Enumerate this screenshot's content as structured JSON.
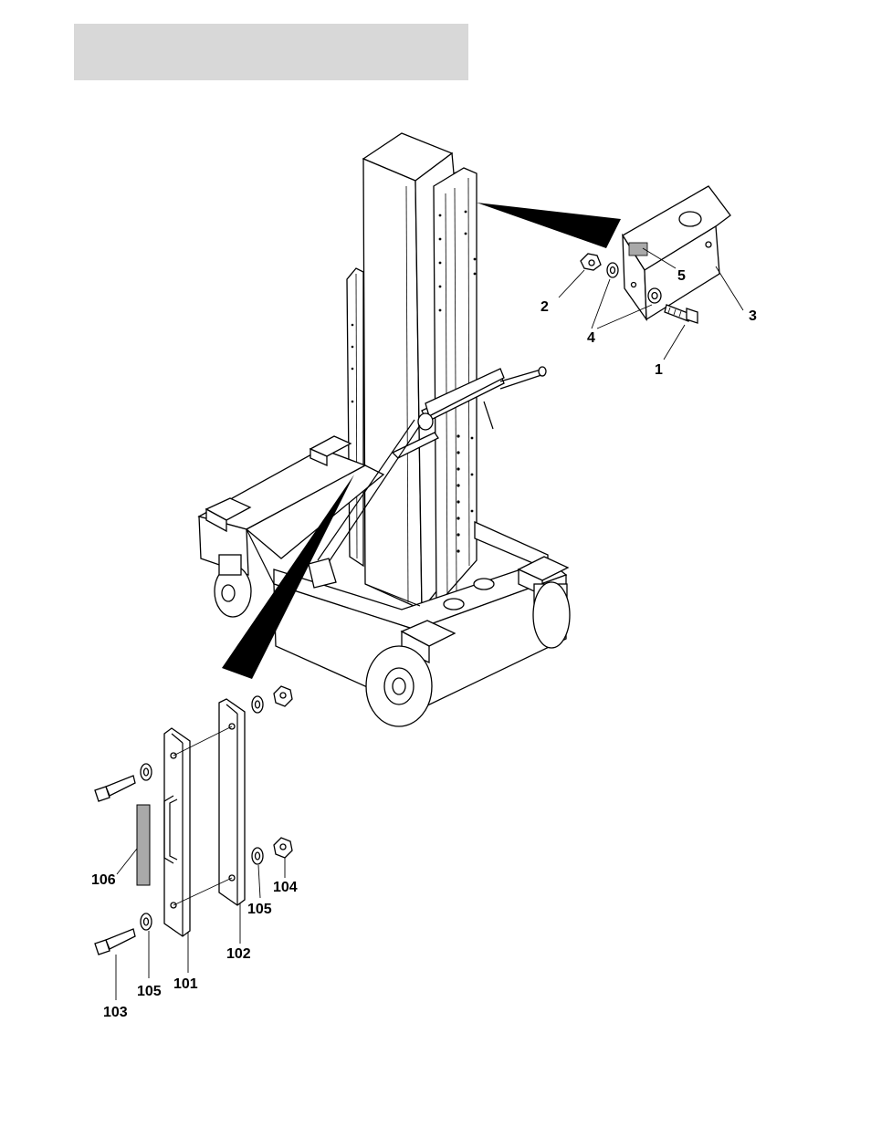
{
  "callouts": {
    "c1": "1",
    "c2": "2",
    "c3": "3",
    "c4": "4",
    "c5": "5",
    "c101": "101",
    "c102": "102",
    "c103": "103",
    "c104": "104",
    "c105a": "105",
    "c105b": "105",
    "c106": "106"
  },
  "colors": {
    "header_bar": "#d8d8d8",
    "label_fill": "#a9a9a9",
    "ink": "#000000"
  }
}
